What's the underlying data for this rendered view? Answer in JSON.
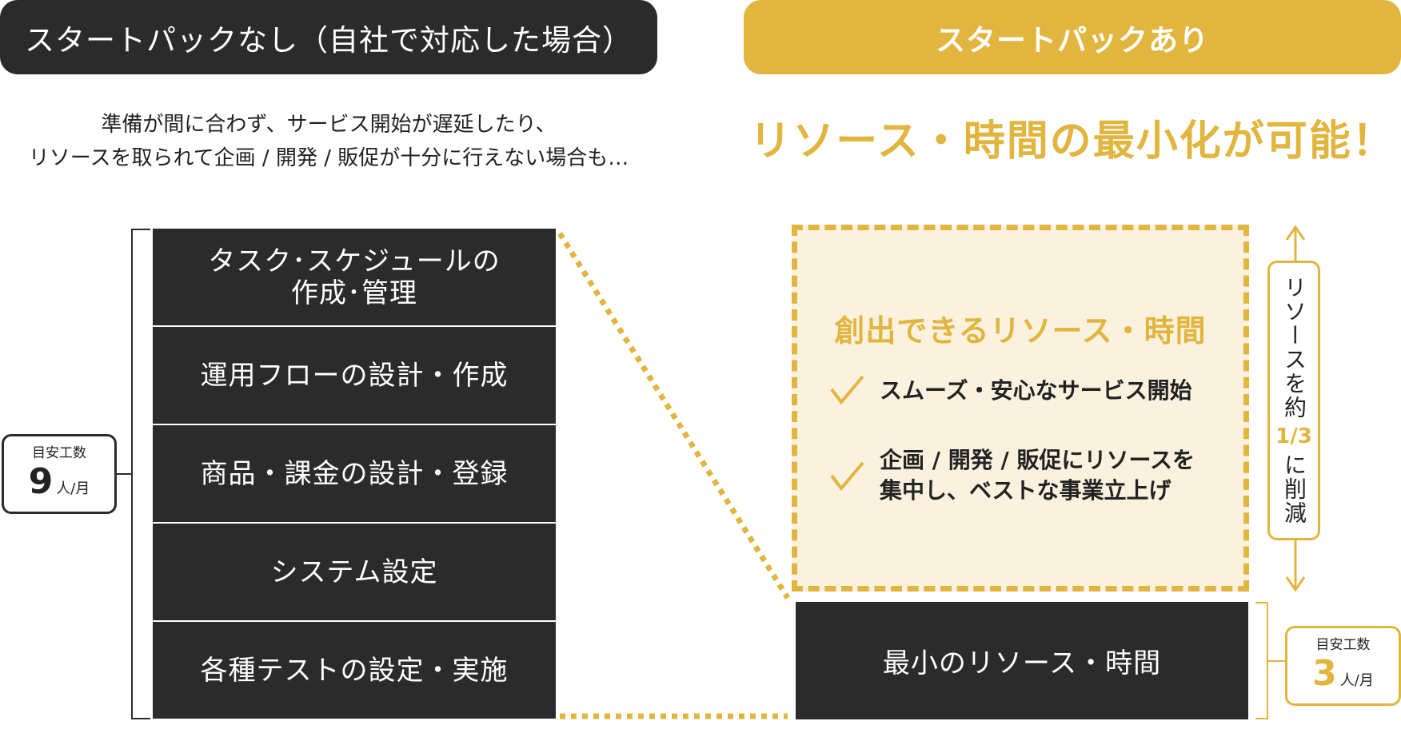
{
  "left_header": "スタートパックなし（自社で対応した場合）",
  "right_header": "スタートパックあり",
  "left_description": [
    "準備が間に合わず、サービス開始が遅延したり、",
    "リソースを取られて企画 / 開発 / 販促が十分に行えない場合も…"
  ],
  "right_headline": "リソース・時間の最小化が可能！",
  "left_estimate": {
    "label": "目安工数",
    "value": "9",
    "unit": "人/月"
  },
  "tasks": [
    "タスク･スケジュールの\n作成･管理",
    "運用フローの設計・作成",
    "商品・課金の設計・登録",
    "システム設定",
    "各種テストの設定・実施"
  ],
  "created_resources": {
    "title": "創出できるリソース・時間",
    "benefits": [
      "スムーズ・安心なサービス開始",
      "企画 / 開発 / 販促にリソースを\n集中し、ベストな事業立上げ"
    ]
  },
  "minimum_box": "最小のリソース・時間",
  "reduction": {
    "before": "リソースを約",
    "fraction": "1/3",
    "after": "に削減"
  },
  "right_estimate": {
    "label": "目安工数",
    "value": "3",
    "unit": "人/月"
  },
  "colors": {
    "dark": "#2b2b2b",
    "accent": "#e1b53e",
    "light_accent": "#faf2df",
    "text": "#222222"
  },
  "icons": [
    "check-icon",
    "double-arrow-icon"
  ]
}
